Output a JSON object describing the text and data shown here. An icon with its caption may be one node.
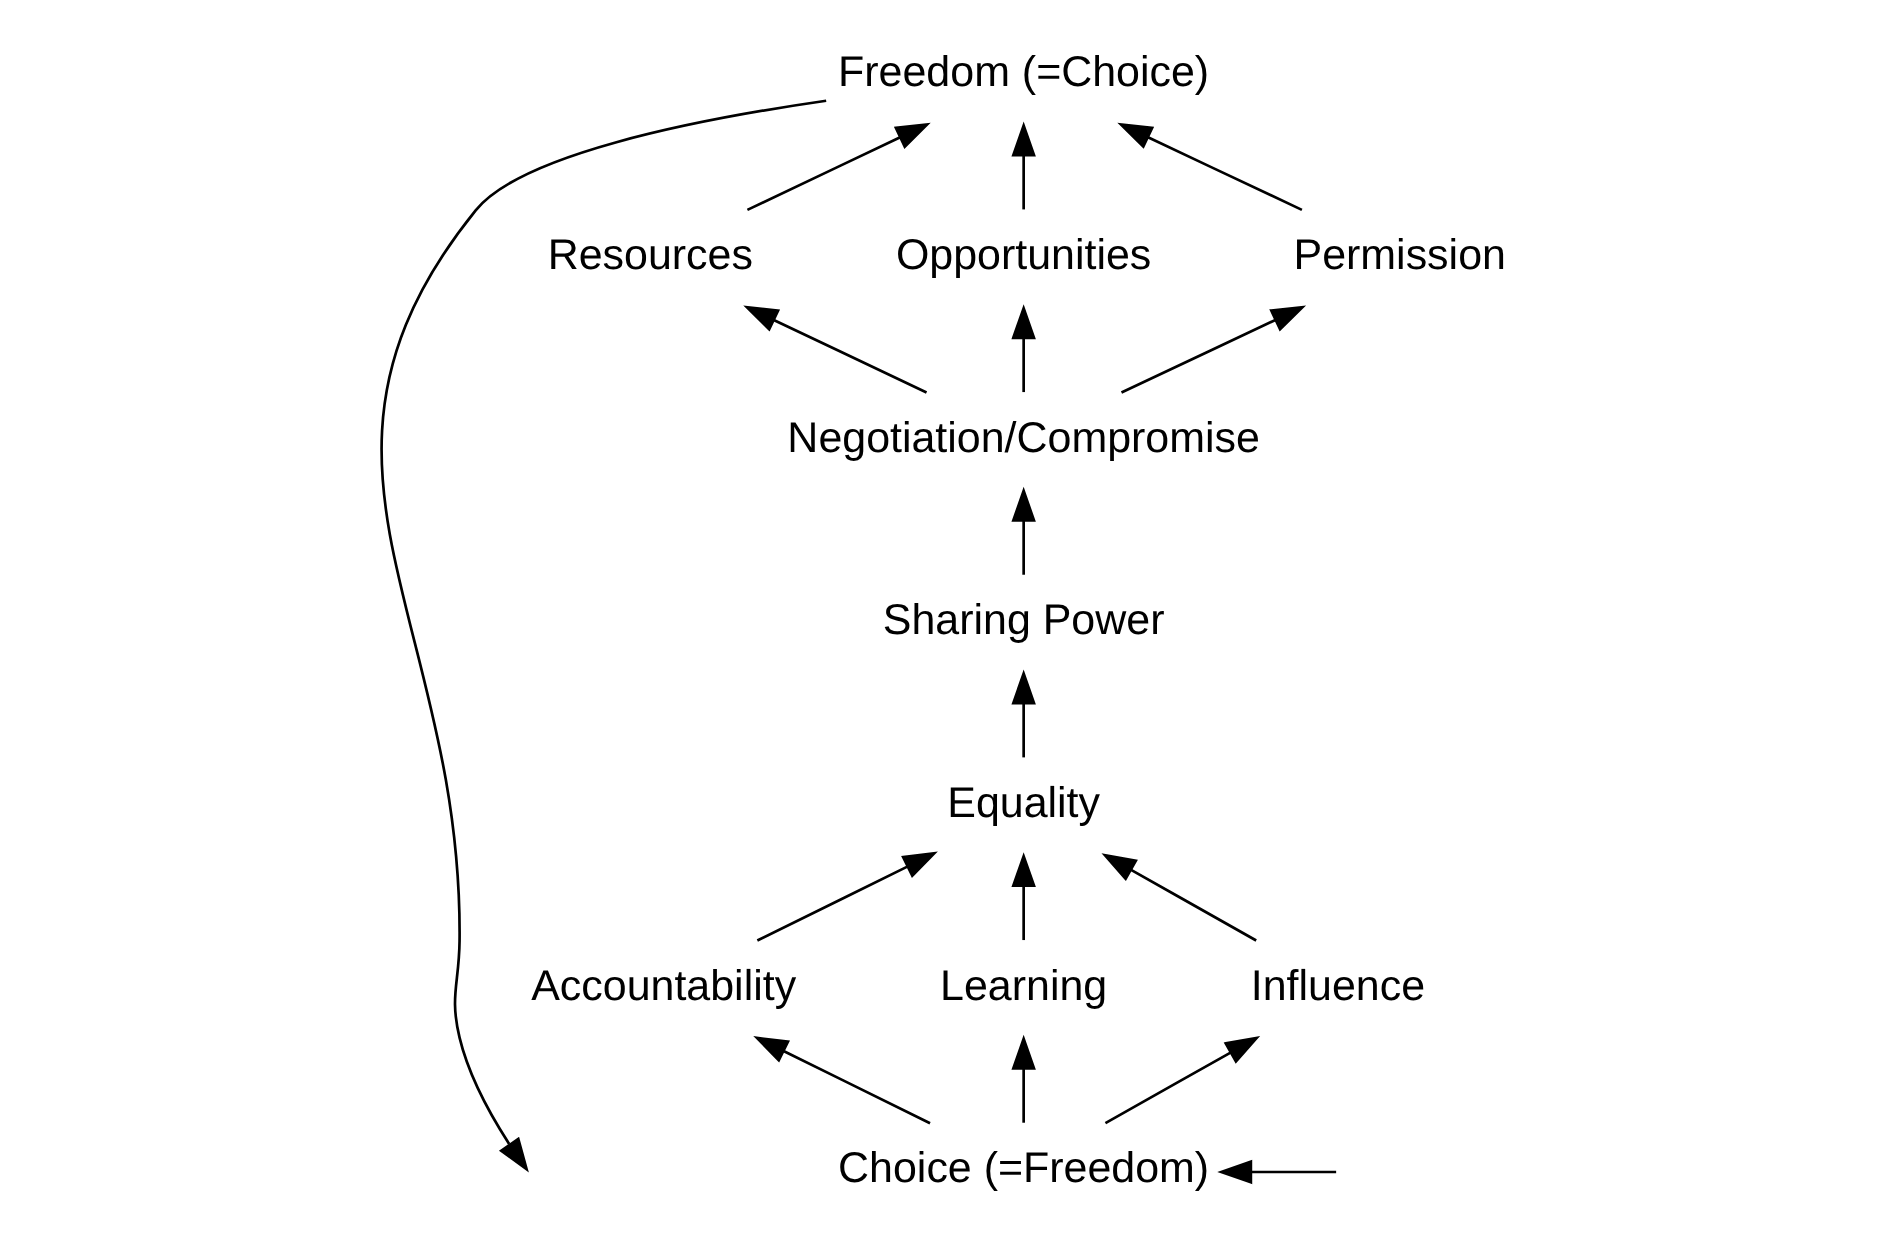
{
  "diagram": {
    "nodes": [
      {
        "text": [
          "Freedom (=Choice)"
        ]
      },
      {
        "text": [
          "Resources"
        ]
      },
      {
        "text": [
          "Opportunities"
        ]
      },
      {
        "text": [
          "Permission"
        ]
      },
      {
        "text": [
          "Negotiation/Compromise"
        ]
      },
      {
        "text": [
          "Sharing Power"
        ]
      },
      {
        "text": [
          "Equality"
        ]
      },
      {
        "text": [
          "Accountability"
        ]
      },
      {
        "text": [
          "Learning"
        ]
      },
      {
        "text": [
          "Influence"
        ]
      },
      {
        "text": [
          "Choice (=Freedom)"
        ]
      }
    ],
    "edges": [
      {
        "from": 1,
        "to": 0,
        "arrow": "to"
      },
      {
        "from": 2,
        "to": 0,
        "arrow": "to"
      },
      {
        "from": 3,
        "to": 0,
        "arrow": "to"
      },
      {
        "from": 4,
        "to": 1,
        "arrow": "to"
      },
      {
        "from": 4,
        "to": 2,
        "arrow": "to"
      },
      {
        "from": 4,
        "to": 3,
        "arrow": "to"
      },
      {
        "from": 5,
        "to": 4,
        "arrow": "to"
      },
      {
        "from": 6,
        "to": 5,
        "arrow": "to"
      },
      {
        "from": 7,
        "to": 6,
        "arrow": "to"
      },
      {
        "from": 8,
        "to": 6,
        "arrow": "to"
      },
      {
        "from": 9,
        "to": 6,
        "arrow": "to"
      },
      {
        "from": 10,
        "to": 7,
        "arrow": "to"
      },
      {
        "from": 10,
        "to": 8,
        "arrow": "to"
      },
      {
        "from": 10,
        "to": 9,
        "arrow": "to"
      },
      {
        "from": 0,
        "to": null,
        "arrow": "to"
      },
      {
        "from": null,
        "to": 10,
        "arrow": "to"
      }
    ]
  }
}
